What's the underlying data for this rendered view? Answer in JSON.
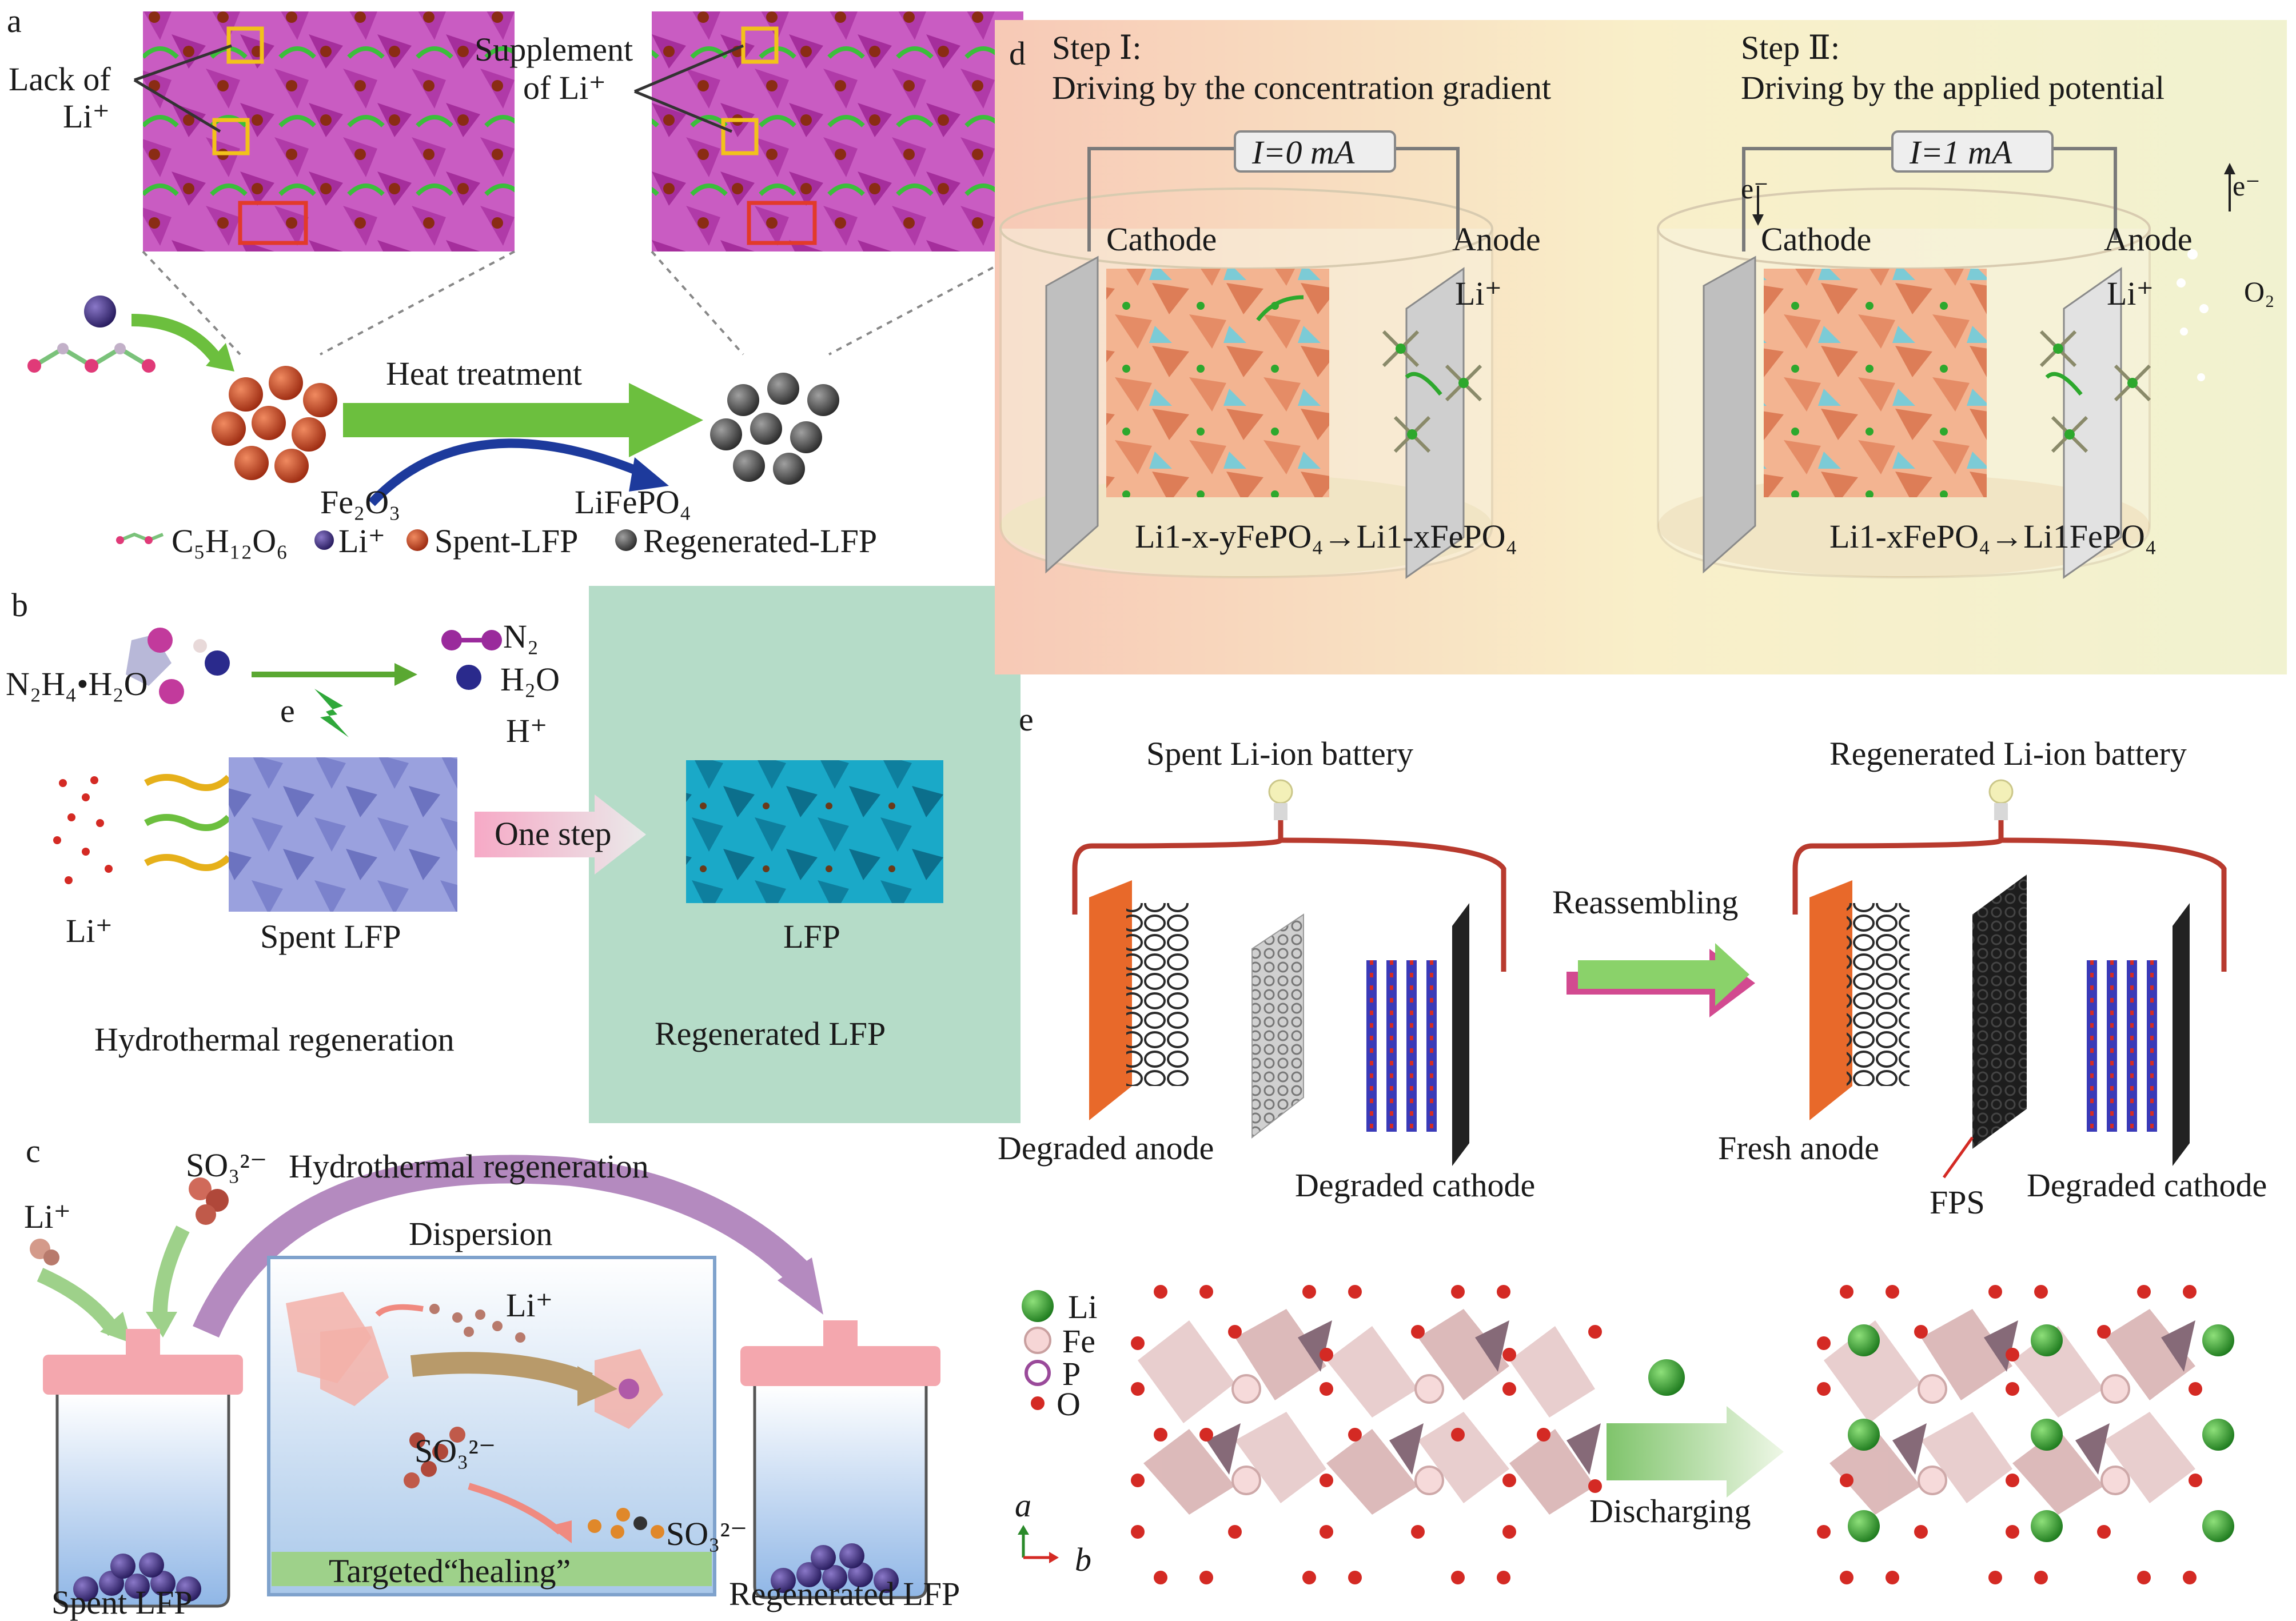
{
  "panel_a": {
    "letter": "a",
    "lack_of_li": [
      "Lack of",
      "Li⁺"
    ],
    "supplement_of_li": [
      "Supplement",
      "of Li⁺"
    ],
    "heat_treatment": "Heat treatment",
    "fe2o3": "Fe₂O₃",
    "lifepo4": "LiFePO₄",
    "legend": {
      "c5h12o6": "C₅H₁₂O₆",
      "li": "Li⁺",
      "spent": "Spent-LFP",
      "regenerated": "Regenerated-LFP"
    }
  },
  "panel_b": {
    "letter": "b",
    "reactant": "N₂H₄•H₂O",
    "electron": "e",
    "n2": "N₂",
    "h2o": "H₂O",
    "h_plus": "H⁺",
    "li_plus": "Li⁺",
    "spent_lfp": "Spent LFP",
    "one_step": "One step",
    "lfp": "LFP",
    "hydrothermal": "Hydrothermal regeneration",
    "regenerated_lfp": "Regenerated LFP"
  },
  "panel_c": {
    "letter": "c",
    "li_plus": "Li⁺",
    "so3": "SO₃²⁻",
    "hydrothermal": "Hydrothermal regeneration",
    "dispersion": "Dispersion",
    "li_plus_inner": "Li⁺",
    "so3_inner": "SO₃²⁻",
    "so3_inner2": "SO₃²⁻",
    "targeted_healing": "Targeted“healing”",
    "spent_lfp": "Spent LFP",
    "regenerated_lfp": "Regenerated LFP"
  },
  "panel_d": {
    "letter": "d",
    "step1_title": "Step Ⅰ:",
    "step1_desc": "Driving by the concentration gradient",
    "step2_title": "Step Ⅱ:",
    "step2_desc": "Driving by the applied potential",
    "current1": "I=0 mA",
    "current2": "I=1 mA",
    "cathode": "Cathode",
    "anode": "Anode",
    "li_plus": "Li⁺",
    "e_minus": "e⁻",
    "o2": "O₂",
    "reaction1": "Li1-x-yFePO₄→Li1-xFePO₄",
    "reaction2": "Li1-xFePO₄→Li1FePO₄"
  },
  "panel_e": {
    "letter": "e",
    "spent_battery": "Spent Li-ion battery",
    "regenerated_battery": "Regenerated Li-ion battery",
    "reassembling": "Reassembling",
    "degraded_anode": "Degraded anode",
    "degraded_cathode": "Degraded cathode",
    "fresh_anode": "Fresh anode",
    "fps": "FPS",
    "degraded_cathode2": "Degraded cathode",
    "legend": {
      "li": "Li",
      "fe": "Fe",
      "p": "P",
      "o": "O"
    },
    "axis_a": "a",
    "axis_b": "b",
    "discharging": "Discharging"
  },
  "colors": {
    "arrow_green": "#5aa832",
    "panel_b_box": "#b5dcc8",
    "panel_d_bg": "#f6e9c8",
    "wire_red": "#b83a2e",
    "anode_orange": "#e8692a",
    "li_green": "#3aa13a",
    "o_red": "#d42a24"
  }
}
